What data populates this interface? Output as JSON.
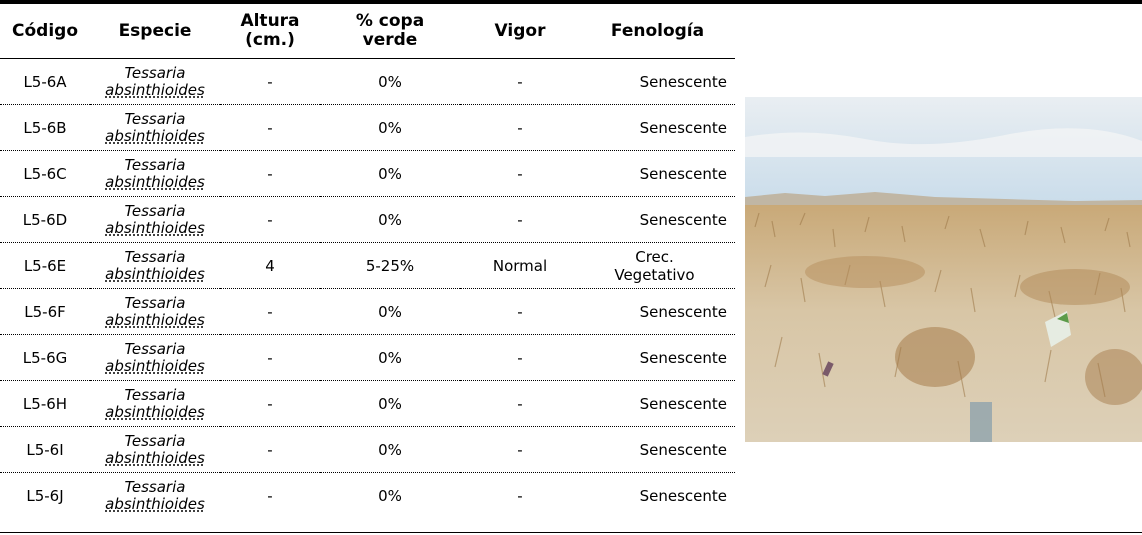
{
  "headers": [
    "Código",
    "Especie",
    "Altura\n(cm.)",
    "% copa\nverde",
    "Vigor",
    "Fenología"
  ],
  "rows": [
    {
      "codigo": "L5-6A",
      "especie_1": "Tessaria",
      "especie_2": "absinthioides",
      "altura": "-",
      "copa": "0%",
      "vigor": "-",
      "fenologia_1": "Senescente",
      "fenologia_2": ""
    },
    {
      "codigo": "L5-6B",
      "especie_1": "Tessaria",
      "especie_2": "absinthioides",
      "altura": "-",
      "copa": "0%",
      "vigor": "-",
      "fenologia_1": "Senescente",
      "fenologia_2": ""
    },
    {
      "codigo": "L5-6C",
      "especie_1": "Tessaria",
      "especie_2": "absinthioides",
      "altura": "-",
      "copa": "0%",
      "vigor": "-",
      "fenologia_1": "Senescente",
      "fenologia_2": ""
    },
    {
      "codigo": "L5-6D",
      "especie_1": "Tessaria",
      "especie_2": "absinthioides",
      "altura": "-",
      "copa": "0%",
      "vigor": "-",
      "fenologia_1": "Senescente",
      "fenologia_2": ""
    },
    {
      "codigo": "L5-6E",
      "especie_1": "Tessaria",
      "especie_2": "absinthioides",
      "altura": "4",
      "copa": "5-25%",
      "vigor": "Normal",
      "fenologia_1": "Crec.",
      "fenologia_2": "Vegetativo"
    },
    {
      "codigo": "L5-6F",
      "especie_1": "Tessaria",
      "especie_2": "absinthioides",
      "altura": "-",
      "copa": "0%",
      "vigor": "-",
      "fenologia_1": "Senescente",
      "fenologia_2": ""
    },
    {
      "codigo": "L5-6G",
      "especie_1": "Tessaria",
      "especie_2": "absinthioides",
      "altura": "-",
      "copa": "0%",
      "vigor": "-",
      "fenologia_1": "Senescente",
      "fenologia_2": ""
    },
    {
      "codigo": "L5-6H",
      "especie_1": "Tessaria",
      "especie_2": "absinthioides",
      "altura": "-",
      "copa": "0%",
      "vigor": "-",
      "fenologia_1": "Senescente",
      "fenologia_2": ""
    },
    {
      "codigo": "L5-6I",
      "especie_1": "Tessaria",
      "especie_2": "absinthioides",
      "altura": "-",
      "copa": "0%",
      "vigor": "-",
      "fenologia_1": "Senescente",
      "fenologia_2": ""
    },
    {
      "codigo": "L5-6J",
      "especie_1": "Tessaria",
      "especie_2": "absinthioides",
      "altura": "-",
      "copa": "0%",
      "vigor": "-",
      "fenologia_1": "Senescente",
      "fenologia_2": ""
    }
  ],
  "photo": {
    "colors": {
      "sky": "#cfe0ee",
      "horizon": "#c2b8a6",
      "ground": "#d9c9ad",
      "grass": "#b08a58",
      "bag": "#e6ece2"
    }
  }
}
